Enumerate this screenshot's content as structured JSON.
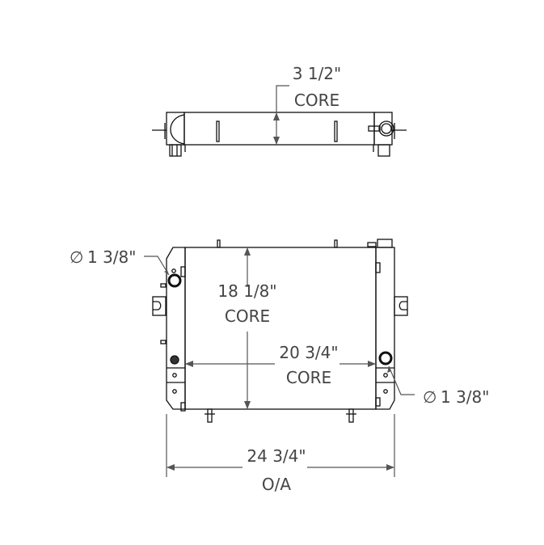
{
  "drawing": {
    "type": "radiator technical drawing",
    "top_view": {
      "depth_value": "3 1/2\"",
      "depth_label": "CORE"
    },
    "front_view": {
      "height_value": "18 1/8\"",
      "height_label": "CORE",
      "width_value": "20 3/4\"",
      "width_label": "CORE",
      "overall_value": "24 3/4\"",
      "overall_label": "O/A",
      "inlet_diameter": "1 3/8\"",
      "outlet_diameter": "1 3/8\"",
      "diameter_symbol": "∅"
    },
    "colors": {
      "line": "#111111",
      "dimension": "#555555",
      "text": "#444444"
    }
  }
}
